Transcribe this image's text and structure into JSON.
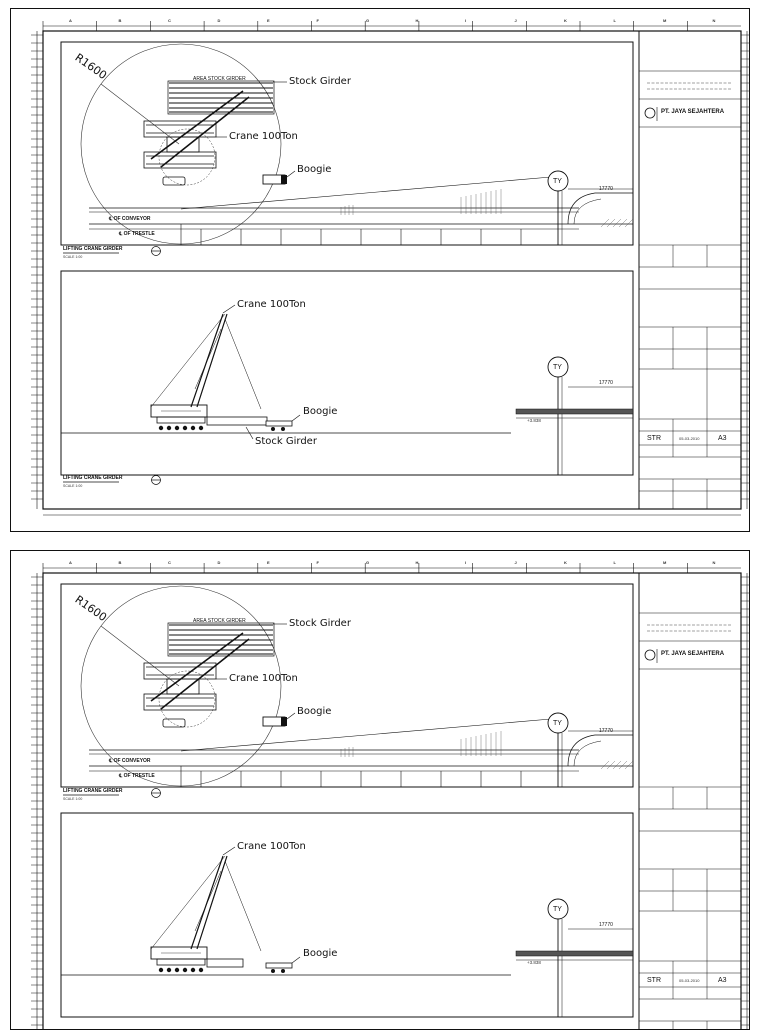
{
  "sheets": [
    {
      "radius_label": "R1600",
      "stock_girder_label": "Stock Girder",
      "area_label": "AREA STOCK GIRDER",
      "crane_label": "Crane 100Ton",
      "boogie_label": "Boogie",
      "conveyor_label": "℄ OF CONVEYOR",
      "trestle_label": "℄ OF TRESTLE",
      "ty_label": "TY",
      "dim_label": "17770",
      "view1_title": "LIFTING CRANE GIRDER",
      "view1_scale": "SCALE 1:00",
      "crane2_label": "Crane 100Ton",
      "boogie2_label": "Boogie",
      "stock2_label": "Stock Girder",
      "ty2_label": "TY",
      "dim2_label": "17770",
      "elev_label": "+3.838",
      "view2_title": "LIFTING CRANE GIRDER",
      "view2_scale": "SCALE 1:00",
      "company": "PT. JAYA SEJAHTERA",
      "drawing_code": "STR",
      "drawing_date": "05-03-2010",
      "sheet_size": "A3"
    },
    {
      "radius_label": "R1600",
      "stock_girder_label": "Stock Girder",
      "area_label": "AREA STOCK GIRDER",
      "crane_label": "Crane 100Ton",
      "boogie_label": "Boogie",
      "conveyor_label": "℄ OF CONVEYOR",
      "trestle_label": "℄ OF TRESTLE",
      "ty_label": "TY",
      "dim_label": "17770",
      "view1_title": "LIFTING CRANE GIRDER",
      "view1_scale": "SCALE 1:00",
      "crane2_label": "Crane 100Ton",
      "boogie2_label": "Boogie",
      "stock2_label": "",
      "ty2_label": "TY",
      "dim2_label": "17770",
      "elev_label": "+3.838",
      "view2_title": "",
      "view2_scale": "",
      "company": "PT. JAYA SEJAHTERA",
      "drawing_code": "STR",
      "drawing_date": "05-03-2010",
      "sheet_size": "A3"
    }
  ],
  "grid_letters": [
    "A",
    "B",
    "C",
    "D",
    "E",
    "F",
    "G",
    "H",
    "I",
    "J",
    "K",
    "L",
    "M",
    "N"
  ]
}
